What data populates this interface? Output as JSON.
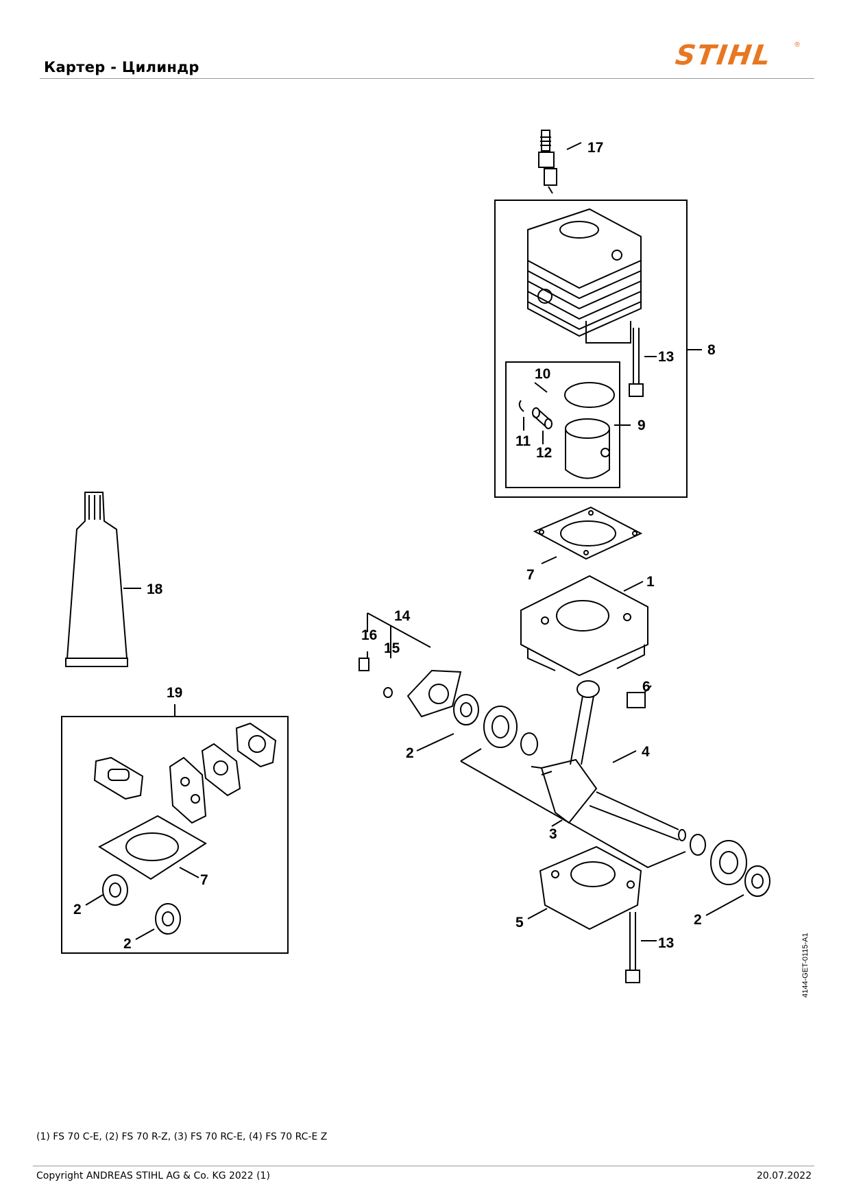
{
  "header": {
    "title": "Картер - Цилиндр",
    "brand": "STIHL",
    "brand_color": "#e87722"
  },
  "diagram": {
    "reference_code": "4144-GET-0115-A1",
    "callouts": {
      "c1": "1",
      "c2a": "2",
      "c2b": "2",
      "c2c": "2",
      "c2d": "2",
      "c3": "3",
      "c4": "4",
      "c5": "5",
      "c6": "6",
      "c7a": "7",
      "c7b": "7",
      "c8": "8",
      "c9": "9",
      "c10": "10",
      "c11": "11",
      "c12": "12",
      "c13a": "13",
      "c13b": "13",
      "c14": "14",
      "c15": "15",
      "c16": "16",
      "c17": "17",
      "c18": "18",
      "c19": "19"
    }
  },
  "footer": {
    "variants": "(1) FS 70 C-E, (2) FS 70 R-Z, (3) FS 70 RC-E, (4) FS 70 RC-E Z",
    "copyright": "Copyright ANDREAS STIHL AG & Co. KG 2022 (1)",
    "date": "20.07.2022"
  }
}
